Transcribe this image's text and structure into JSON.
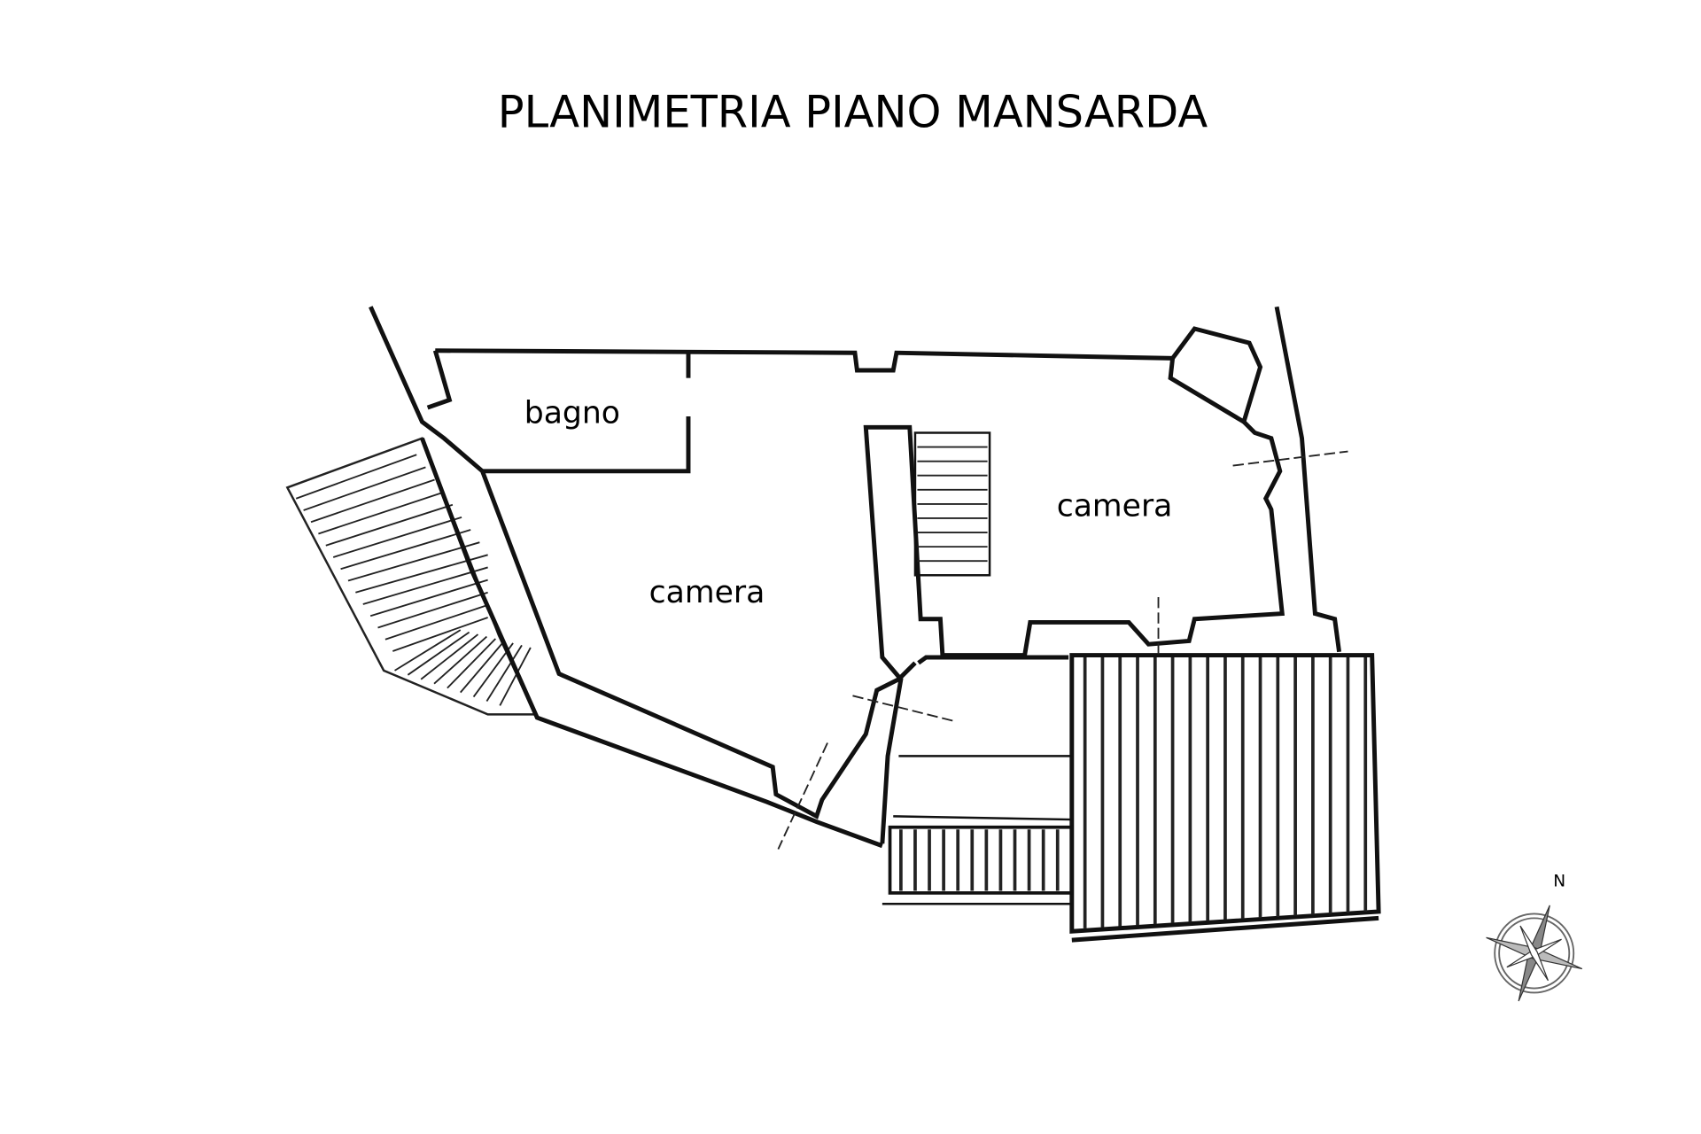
{
  "title": "PLANIMETRIA PIANO  MANSARDA",
  "rooms": [
    {
      "label": "bagno"
    },
    {
      "label": "camera"
    },
    {
      "label": "camera"
    }
  ],
  "compass": {
    "north_label": "N"
  },
  "colors": {
    "line": "#111111",
    "background": "#ffffff",
    "compass_fill": "#888888"
  }
}
